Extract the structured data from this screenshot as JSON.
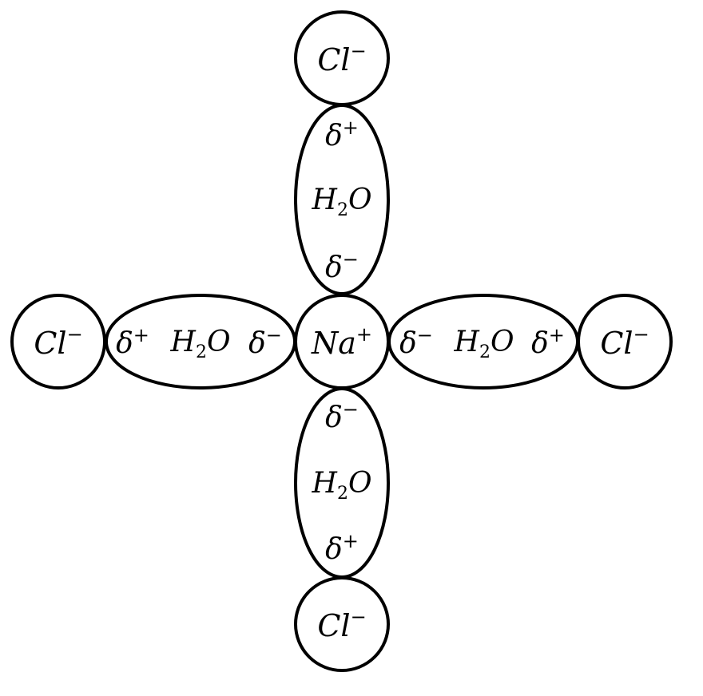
{
  "center_ion": {
    "base": "Na",
    "charge": "+"
  },
  "outer_ions": [
    {
      "base": "Cl",
      "charge": "−"
    },
    {
      "base": "Cl",
      "charge": "−"
    },
    {
      "base": "Cl",
      "charge": "−"
    },
    {
      "base": "Cl",
      "charge": "−"
    }
  ],
  "water": {
    "base1": "H",
    "sub": "2",
    "base2": "O"
  },
  "dipole": {
    "symbol": "δ",
    "positive": "+",
    "negative": "−"
  }
}
